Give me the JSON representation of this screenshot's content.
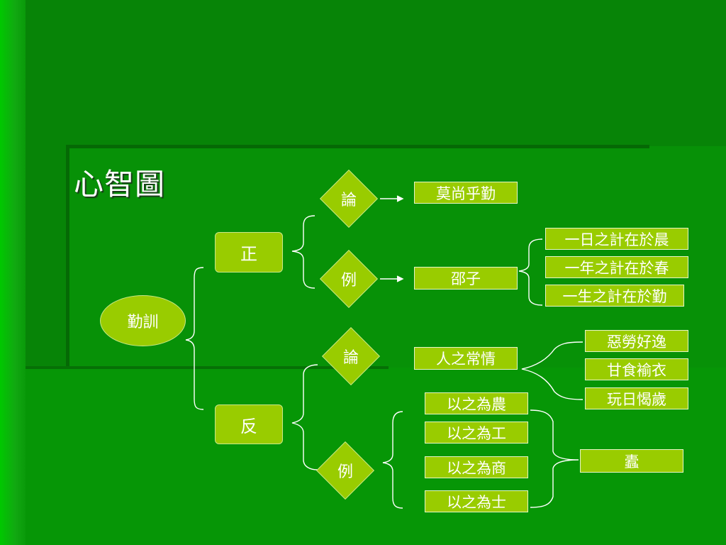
{
  "title": "心智圖",
  "root": "勤訓",
  "branches": {
    "positive": "正",
    "negative": "反"
  },
  "positive": {
    "argument_label": "論",
    "argument_value": "莫尚乎勤",
    "example_label": "例",
    "example_value": "邵子",
    "example_quotes": [
      "一日之計在於晨",
      "一年之計在於春",
      "一生之計在於勤"
    ]
  },
  "negative": {
    "argument_label": "論",
    "argument_value": "人之常情",
    "argument_items": [
      "惡勞好逸",
      "甘食褕衣",
      "玩日愒歲"
    ],
    "example_label": "例",
    "example_items": [
      "以之為農",
      "以之為工",
      "以之為商",
      "以之為士"
    ],
    "example_result": "蠹"
  },
  "colors": {
    "background": "#078407",
    "node_fill": "#99cc00",
    "node_border": "#c9e88a",
    "text": "#ffffff",
    "line": "#ffffff"
  }
}
